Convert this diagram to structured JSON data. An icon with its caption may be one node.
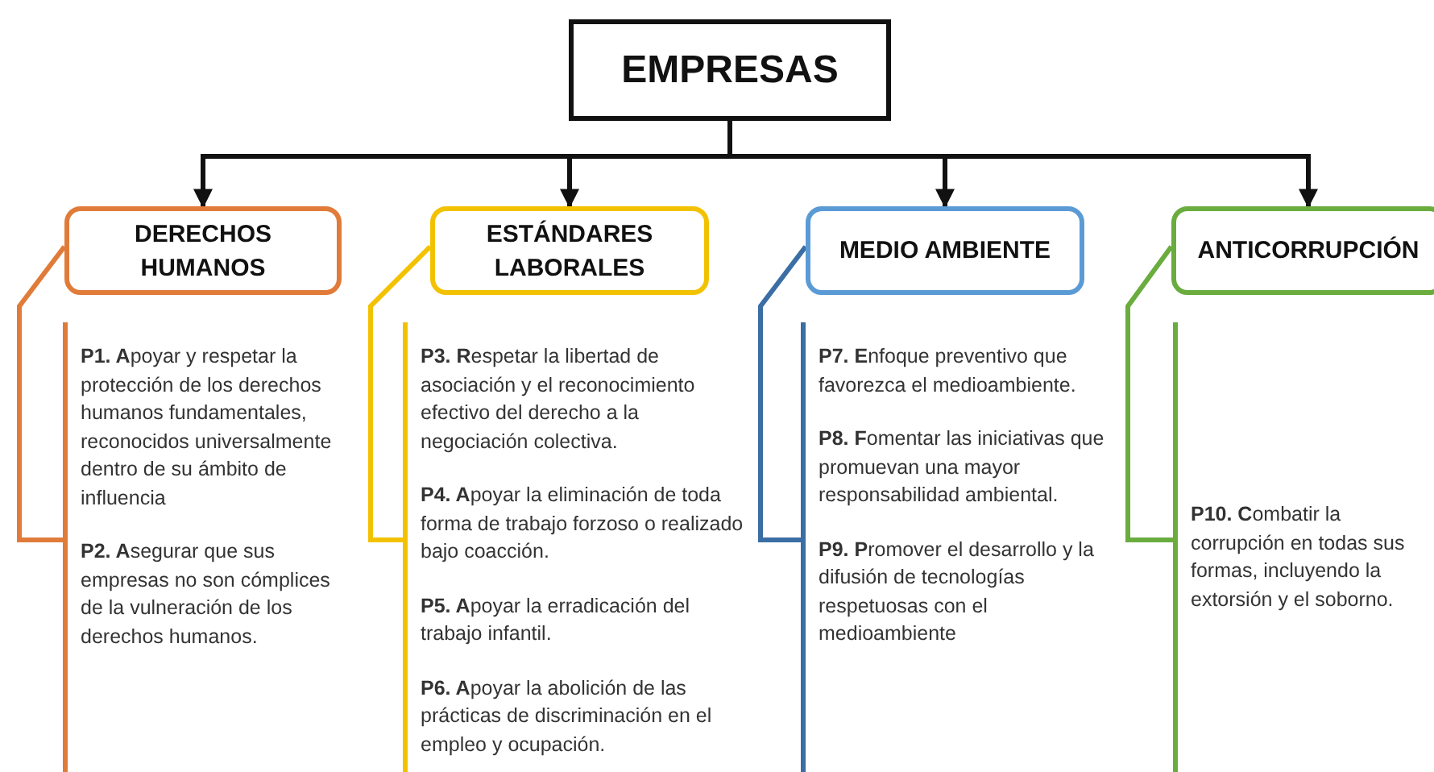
{
  "diagram": {
    "nodes": [
      {
        "text": [
          "EMPRESAS"
        ]
      },
      {
        "text": [
          "DERECHOS HUMANOS"
        ]
      },
      {
        "text": [
          "ESTÁNDARES LABORALES"
        ]
      },
      {
        "text": [
          "MEDIO AMBIENTE"
        ]
      },
      {
        "text": [
          "ANTICORRUPCIÓN"
        ]
      },
      {
        "text": [
          "**P1. A**poyar y respetar la protección de los derechos humanos fundamentales, reconocidos universalmente dentro de su ámbito de influencia",
          "**P2. A**segurar que sus empresas no son cómplices de la vulneración de los derechos humanos."
        ]
      },
      {
        "text": [
          "**P3. R**espetar la libertad de asociación y el reconocimiento efectivo del derecho a la negociación colectiva.",
          "**P4. A**poyar la eliminación de toda forma de trabajo forzoso o realizado bajo coacción.",
          "**P5. A**poyar la erradicación del trabajo infantil.",
          "**P6. A**poyar la abolición de las prácticas de discriminación en el empleo y ocupación."
        ]
      },
      {
        "text": [
          "**P7. E**nfoque preventivo que favorezca el medioambiente.",
          "**P8. F**omentar las iniciativas que promuevan una mayor responsabilidad ambiental.",
          "**P9. P**romover el desarrollo y la difusión de tecnologías respetuosas con el medioambiente"
        ]
      },
      {
        "text": [
          "**P10. C**ombatir la corrupción en todas sus formas, incluyendo la extorsión y el soborno."
        ]
      }
    ],
    "edges": [
      {
        "from": 0,
        "to": 1,
        "arrow": "to"
      },
      {
        "from": 0,
        "to": 2,
        "arrow": "to"
      },
      {
        "from": 0,
        "to": 3,
        "arrow": "to"
      },
      {
        "from": 0,
        "to": 4,
        "arrow": "to"
      },
      {
        "from": 1,
        "to": 5,
        "arrow": "none",
        "color": "#e07b39"
      },
      {
        "from": 2,
        "to": 6,
        "arrow": "none",
        "color": "#f2c200"
      },
      {
        "from": 3,
        "to": 7,
        "arrow": "none",
        "color": "#3a6ea5"
      },
      {
        "from": 4,
        "to": 8,
        "arrow": "none",
        "color": "#6aac3e"
      }
    ]
  }
}
